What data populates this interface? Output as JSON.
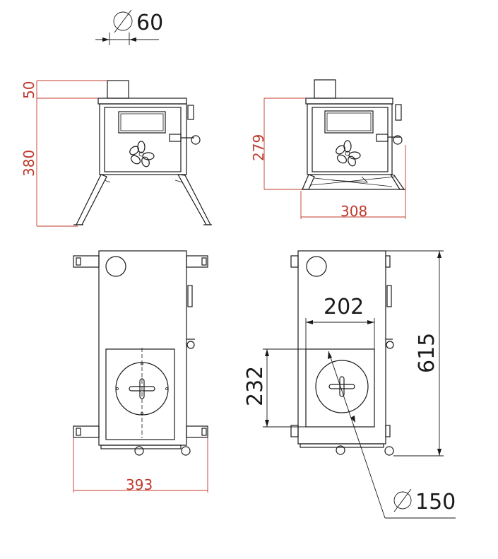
{
  "colors": {
    "red_dimension": "#c0392b",
    "line": "#1a1a1a",
    "background": "#ffffff"
  },
  "dimensions": {
    "flue_diameter": "60",
    "flue_height": "50",
    "total_height_legs": "380",
    "height_folded": "279",
    "width_folded": "308",
    "width_front": "393",
    "hotplate_width": "202",
    "hotplate_depth": "232",
    "depth_total": "615",
    "hotplate_diameter": "150"
  },
  "symbols": {
    "diameter": "∅"
  }
}
